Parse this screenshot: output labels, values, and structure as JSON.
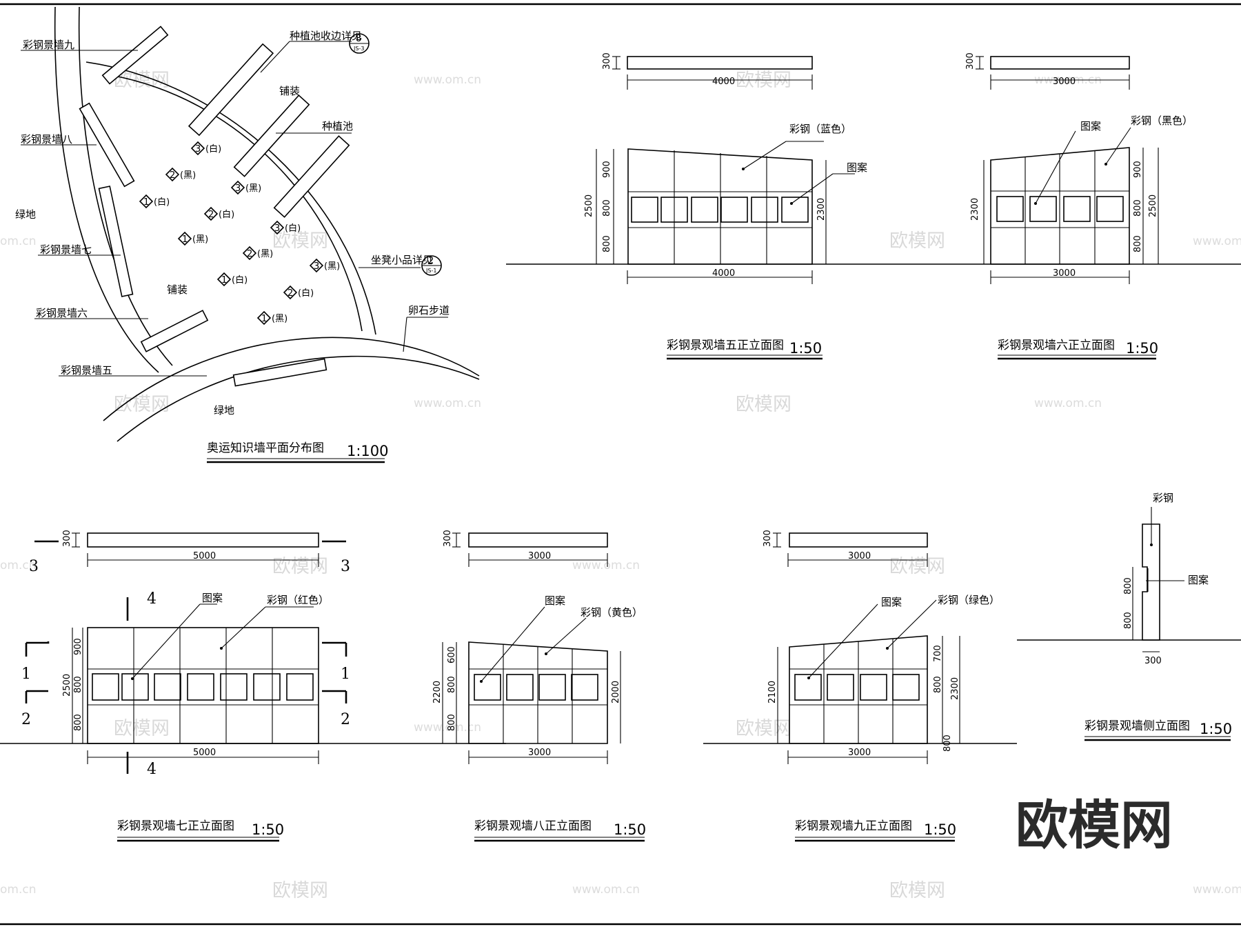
{
  "plan": {
    "caption": "奥运知识墙平面分布图",
    "scale": "1:100",
    "labels": {
      "wall9": "彩钢景墙九",
      "wall8": "彩钢景墙八",
      "wall7": "彩钢景墙七",
      "wall6": "彩钢景墙六",
      "wall5": "彩钢景墙五",
      "planter_edge": "种植池收边详见",
      "paving_top": "铺装",
      "planter": "种植池",
      "green_left": "绿地",
      "seat": "坐凳小品详见",
      "paving_mid": "铺装",
      "pebble": "卵石步道",
      "green_bottom": "绿地"
    },
    "callouts": {
      "planter_edge_num": "8",
      "planter_edge_sheet": "JS-3",
      "seat_num": "2",
      "seat_sheet": "JS-1"
    },
    "markers": [
      {
        "n": "3",
        "t": "(白)"
      },
      {
        "n": "2",
        "t": "(黑)"
      },
      {
        "n": "3",
        "t": "(黑)"
      },
      {
        "n": "1",
        "t": "(白)"
      },
      {
        "n": "2",
        "t": "(白)"
      },
      {
        "n": "3",
        "t": "(白)"
      },
      {
        "n": "1",
        "t": "(黑)"
      },
      {
        "n": "2",
        "t": "(黑)"
      },
      {
        "n": "3",
        "t": "(黑)"
      },
      {
        "n": "1",
        "t": "(白)"
      },
      {
        "n": "2",
        "t": "(白)"
      },
      {
        "n": "1",
        "t": "(黑)"
      }
    ]
  },
  "elev5": {
    "caption": "彩钢景观墙五正立面图",
    "scale": "1:50",
    "material": "彩钢（蓝色）",
    "pattern": "图案",
    "thk": "300",
    "top_width": "4000",
    "width": "4000",
    "h_total": "2500",
    "h_top": "900",
    "h_mid": "800",
    "h_bot": "800",
    "h_right": "2300"
  },
  "elev6": {
    "caption": "彩钢景观墙六正立面图",
    "scale": "1:50",
    "material": "彩钢（黑色）",
    "pattern": "图案",
    "thk": "300",
    "top_width": "3000",
    "width": "3000",
    "h_left": "2300",
    "h_top": "900",
    "h_mid": "800",
    "h_bot": "800",
    "h_total": "2500"
  },
  "elev7": {
    "caption": "彩钢景观墙七正立面图",
    "scale": "1:50",
    "material": "彩钢（红色）",
    "pattern": "图案",
    "thk": "300",
    "top_width": "5000",
    "width": "5000",
    "h_total": "2500",
    "h_top": "900",
    "h_mid": "800",
    "h_bot": "800",
    "sec1": "1",
    "sec2": "2",
    "sec3": "3",
    "sec4": "4"
  },
  "elev8": {
    "caption": "彩钢景观墙八正立面图",
    "scale": "1:50",
    "material": "彩钢（黄色）",
    "pattern": "图案",
    "thk": "300",
    "top_width": "3000",
    "width": "3000",
    "h_total": "2200",
    "h_top": "600",
    "h_mid": "800",
    "h_bot": "800",
    "h_right": "2000"
  },
  "elev9": {
    "caption": "彩钢景观墙九正立面图",
    "scale": "1:50",
    "material": "彩钢（绿色）",
    "pattern": "图案",
    "thk": "300",
    "top_width": "3000",
    "width": "3000",
    "h_left": "2100",
    "h_top": "700",
    "h_mid": "800",
    "h_bot": "800",
    "h_total": "2300"
  },
  "side": {
    "caption": "彩钢景观墙侧立面图",
    "scale": "1:50",
    "material": "彩钢",
    "pattern": "图案",
    "d_top": "800",
    "d_bot": "800",
    "thk": "300"
  },
  "watermarks": {
    "brand": "欧模网",
    "site": "www.om.cn",
    "site_short": "om.cn"
  }
}
